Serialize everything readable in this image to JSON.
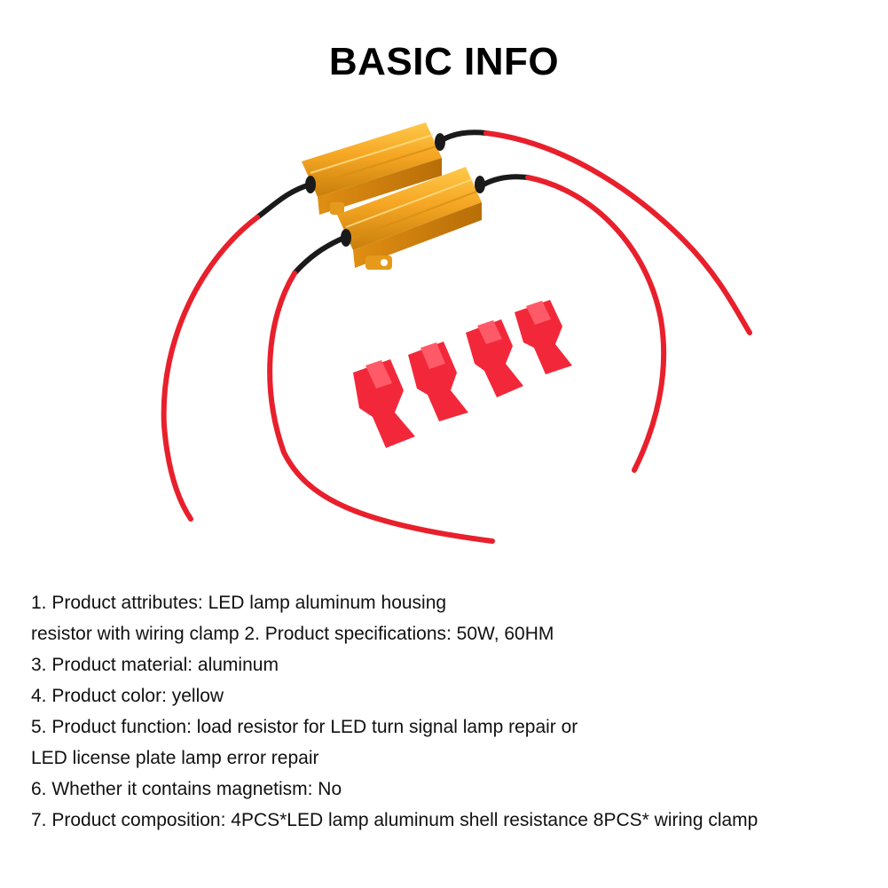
{
  "header": {
    "title": "BASIC INFO"
  },
  "image": {
    "icon": "product-photo-load-resistors-and-wire-clamps",
    "colors": {
      "resistor_housing": "#F5A623",
      "resistor_shadow": "#C77E0B",
      "wire_red": "#E8202C",
      "wire_black": "#1A1A1A",
      "clamp_red": "#F2283A"
    }
  },
  "info": {
    "lines": [
      "1. Product attributes: LED lamp aluminum housing",
      "resistor with wiring clamp 2. Product specifications: 50W, 60HM",
      "3. Product material: aluminum",
      "4. Product color: yellow",
      "5. Product function: load resistor for LED turn signal lamp repair or",
      "LED license plate lamp error repair",
      "6. Whether it contains magnetism: No",
      "7. Product composition: 4PCS*LED lamp aluminum shell resistance 8PCS* wiring clamp"
    ]
  }
}
